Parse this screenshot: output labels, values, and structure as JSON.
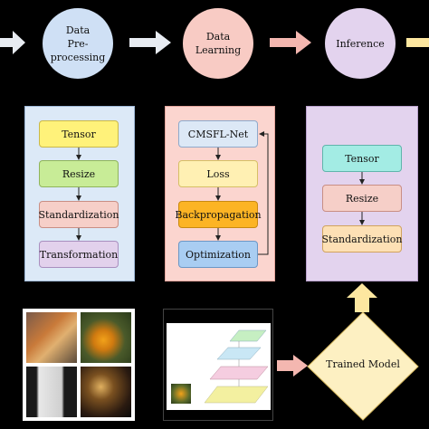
{
  "stages": {
    "preprocessing": "Data\nPre-processing",
    "learning": "Data\nLearning",
    "inference": "Inference"
  },
  "preprocessing_steps": [
    "Tensor",
    "Resize",
    "Standardization",
    "Transformation"
  ],
  "learning_steps": [
    "CMSFL-Net",
    "Loss",
    "Backpropagation",
    "Optimization"
  ],
  "inference_steps": [
    "Tensor",
    "Resize",
    "Standardization"
  ],
  "trained_model": "Trained Model",
  "colors": {
    "preproc_panel": "#dce9f7",
    "learning_panel": "#fbd5cf",
    "inference_panel": "#e3d3ee",
    "circle_blue": "#cfe0f5",
    "circle_red": "#f8cbc4",
    "circle_purple": "#e3d3ee",
    "diamond": "#fdf0c2",
    "arrow_white": "#e8ecf2",
    "arrow_pink": "#f4b7b0",
    "arrow_yellow": "#fde7a0"
  }
}
